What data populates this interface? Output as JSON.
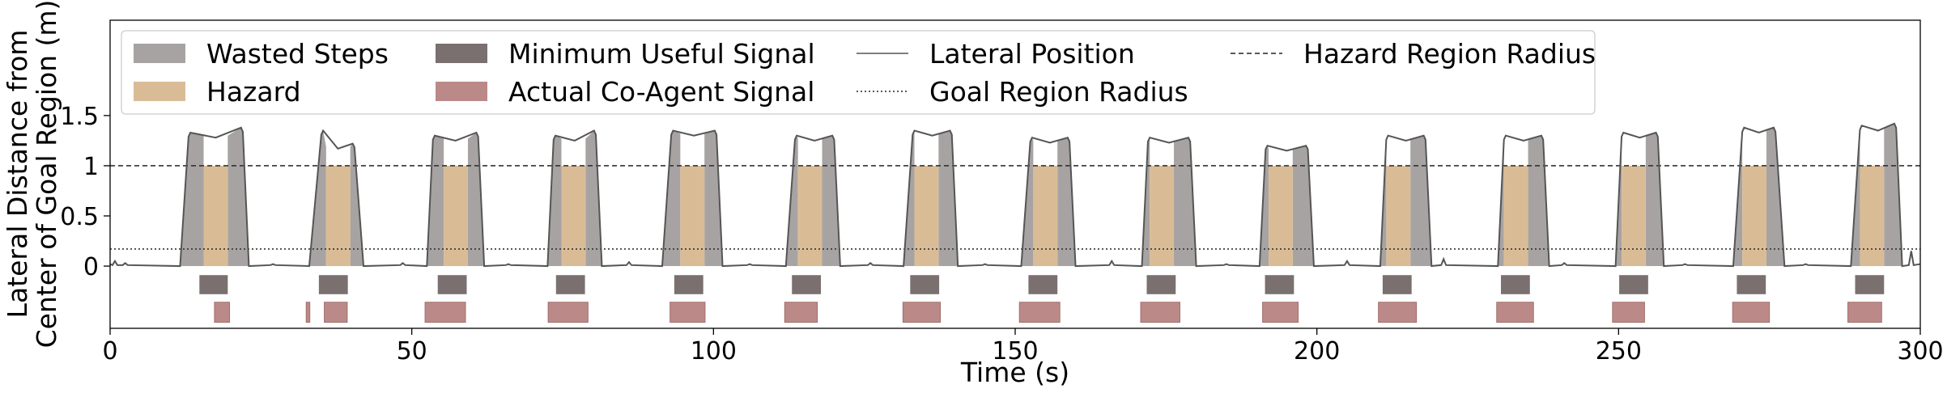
{
  "chart_data": {
    "type": "timeline",
    "xlabel": "Time (s)",
    "ylabel_lines": [
      "Lateral Distance from",
      "Center of Goal Region (m)"
    ],
    "xlim": [
      0,
      300
    ],
    "ylim": [
      -0.62,
      2.45
    ],
    "x_ticks": [
      0,
      50,
      100,
      150,
      200,
      250,
      300
    ],
    "y_ticks": [
      {
        "value": 0,
        "label": "0"
      },
      {
        "value": 0.5,
        "label": "0.5"
      },
      {
        "value": 1,
        "label": "1"
      },
      {
        "value": 1.5,
        "label": "1.5"
      }
    ],
    "hazard_region_radius": 1.0,
    "goal_region_radius": 0.17,
    "legend": [
      {
        "key": "wasted",
        "label": "Wasted Steps",
        "kind": "patch",
        "color": "#a8a3a3"
      },
      {
        "key": "hazard",
        "label": "Hazard",
        "kind": "patch",
        "color": "#d9bc96"
      },
      {
        "key": "min_signal",
        "label": "Minimum Useful Signal",
        "kind": "patch",
        "color": "#7a7070"
      },
      {
        "key": "coagent",
        "label": "Actual Co-Agent Signal",
        "kind": "patch",
        "color": "#bb8a88"
      },
      {
        "key": "lateral",
        "label": "Lateral Position",
        "kind": "line",
        "color": "#555555",
        "dash": "solid"
      },
      {
        "key": "goal",
        "label": "Goal Region Radius",
        "kind": "line",
        "color": "#222222",
        "dash": "dotted"
      },
      {
        "key": "hazard_radius",
        "label": "Hazard Region Radius",
        "kind": "line",
        "color": "#222222",
        "dash": "dashed"
      }
    ],
    "legend_position": "upper-left",
    "colors": {
      "wasted": "#a8a3a3",
      "hazard": "#d9bc96",
      "min_signal": "#7a7070",
      "coagent": "#bb8a88",
      "lateral": "#555555",
      "hazard_radius": "#333333",
      "goal": "#333333"
    },
    "episodes": [
      {
        "rise": [
          11.6,
          13.0
        ],
        "wasted_left": [
          13.0,
          15.5
        ],
        "hazard": [
          15.5,
          19.5
        ],
        "wasted_right": [
          19.5,
          22.0
        ],
        "fall": [
          22.0,
          23.0
        ],
        "peak": 1.33,
        "peak2": 1.38,
        "min_signal": [
          14.8,
          19.5
        ],
        "coagent": [
          [
            17.3,
            19.8
          ]
        ]
      },
      {
        "rise": [
          33.0,
          35.0
        ],
        "wasted_left": [
          35.0,
          35.8
        ],
        "hazard": [
          35.8,
          39.8
        ],
        "wasted_right": [
          39.8,
          40.5
        ],
        "fall": [
          40.5,
          42.0
        ],
        "peak": 1.35,
        "peak2": 1.22,
        "min_signal": [
          34.6,
          39.4
        ],
        "coagent": [
          [
            32.5,
            33.1
          ],
          [
            35.5,
            39.3
          ]
        ]
      },
      {
        "rise": [
          52.5,
          53.5
        ],
        "wasted_left": [
          53.5,
          55.3
        ],
        "hazard": [
          55.3,
          59.3
        ],
        "wasted_right": [
          59.3,
          61.0
        ],
        "fall": [
          61.0,
          62.0
        ],
        "peak": 1.3,
        "peak2": 1.33,
        "min_signal": [
          54.3,
          59.1
        ],
        "coagent": [
          [
            52.2,
            58.9
          ]
        ]
      },
      {
        "rise": [
          72.5,
          73.5
        ],
        "wasted_left": [
          73.5,
          74.8
        ],
        "hazard": [
          74.8,
          78.8
        ],
        "wasted_right": [
          78.8,
          80.5
        ],
        "fall": [
          80.5,
          81.5
        ],
        "peak": 1.3,
        "peak2": 1.35,
        "min_signal": [
          73.9,
          78.7
        ],
        "coagent": [
          [
            72.6,
            79.2
          ]
        ]
      },
      {
        "rise": [
          91.5,
          93.0
        ],
        "wasted_left": [
          93.0,
          94.5
        ],
        "hazard": [
          94.5,
          98.5
        ],
        "wasted_right": [
          98.5,
          100.5
        ],
        "fall": [
          100.5,
          101.5
        ],
        "peak": 1.35,
        "peak2": 1.35,
        "min_signal": [
          93.5,
          98.3
        ],
        "coagent": [
          [
            92.8,
            98.6
          ]
        ]
      },
      {
        "rise": [
          112.0,
          113.5
        ],
        "wasted_left": [
          113.5,
          114.0
        ],
        "hazard": [
          114.0,
          118.0
        ],
        "wasted_right": [
          118.0,
          120.0
        ],
        "fall": [
          120.0,
          121.0
        ],
        "peak": 1.3,
        "peak2": 1.3,
        "min_signal": [
          113.0,
          117.8
        ],
        "coagent": [
          [
            111.8,
            117.2
          ]
        ]
      },
      {
        "rise": [
          131.5,
          133.0
        ],
        "wasted_left": [
          133.0,
          133.3
        ],
        "hazard": [
          133.3,
          137.3
        ],
        "wasted_right": [
          137.3,
          139.5
        ],
        "fall": [
          139.5,
          140.5
        ],
        "peak": 1.35,
        "peak2": 1.35,
        "min_signal": [
          132.6,
          137.4
        ],
        "coagent": [
          [
            131.4,
            137.6
          ]
        ]
      },
      {
        "rise": [
          151.0,
          152.5
        ],
        "wasted_left": [
          152.5,
          153.0
        ],
        "hazard": [
          153.0,
          157.0
        ],
        "wasted_right": [
          157.0,
          159.0
        ],
        "fall": [
          159.0,
          160.0
        ],
        "peak": 1.28,
        "peak2": 1.28,
        "min_signal": [
          152.2,
          157.0
        ],
        "coagent": [
          [
            150.7,
            157.4
          ]
        ]
      },
      {
        "rise": [
          171.0,
          172.0
        ],
        "wasted_left": [
          172.0,
          172.3
        ],
        "hazard": [
          172.3,
          176.3
        ],
        "wasted_right": [
          176.3,
          179.0
        ],
        "fall": [
          179.0,
          180.0
        ],
        "peak": 1.28,
        "peak2": 1.28,
        "min_signal": [
          171.8,
          176.6
        ],
        "coagent": [
          [
            170.8,
            177.3
          ]
        ]
      },
      {
        "rise": [
          190.5,
          191.5
        ],
        "wasted_left": [
          191.5,
          192.0
        ],
        "hazard": [
          192.0,
          196.0
        ],
        "wasted_right": [
          196.0,
          198.5
        ],
        "fall": [
          198.5,
          199.5
        ],
        "peak": 1.2,
        "peak2": 1.2,
        "min_signal": [
          191.4,
          196.2
        ],
        "coagent": [
          [
            191.0,
            196.9
          ]
        ]
      },
      {
        "rise": [
          210.5,
          211.5
        ],
        "wasted_left": [
          211.5,
          211.5
        ],
        "hazard": [
          211.5,
          215.5
        ],
        "wasted_right": [
          215.5,
          218.0
        ],
        "fall": [
          218.0,
          219.0
        ],
        "peak": 1.3,
        "peak2": 1.3,
        "min_signal": [
          210.9,
          215.7
        ],
        "coagent": [
          [
            210.2,
            216.5
          ]
        ]
      },
      {
        "rise": [
          230.0,
          231.0
        ],
        "wasted_left": [
          231.0,
          231.0
        ],
        "hazard": [
          231.0,
          235.0
        ],
        "wasted_right": [
          235.0,
          237.5
        ],
        "fall": [
          237.5,
          238.5
        ],
        "peak": 1.3,
        "peak2": 1.3,
        "min_signal": [
          230.5,
          235.3
        ],
        "coagent": [
          [
            229.8,
            235.9
          ]
        ]
      },
      {
        "rise": [
          249.5,
          250.5
        ],
        "wasted_left": [
          250.5,
          250.5
        ],
        "hazard": [
          250.5,
          254.5
        ],
        "wasted_right": [
          254.5,
          256.5
        ],
        "fall": [
          256.5,
          257.5
        ],
        "peak": 1.33,
        "peak2": 1.33,
        "min_signal": [
          250.1,
          254.9
        ],
        "coagent": [
          [
            249.0,
            254.3
          ]
        ]
      },
      {
        "rise": [
          269.0,
          270.5
        ],
        "wasted_left": [
          270.5,
          270.5
        ],
        "hazard": [
          270.5,
          274.5
        ],
        "wasted_right": [
          274.5,
          276.0
        ],
        "fall": [
          276.0,
          277.5
        ],
        "peak": 1.38,
        "peak2": 1.38,
        "min_signal": [
          269.6,
          274.4
        ],
        "coagent": [
          [
            268.9,
            275.0
          ]
        ]
      },
      {
        "rise": [
          288.5,
          290.0
        ],
        "wasted_left": [
          290.0,
          290.0
        ],
        "hazard": [
          290.0,
          294.0
        ],
        "wasted_right": [
          294.0,
          296.0
        ],
        "fall": [
          296.0,
          297.0
        ],
        "peak": 1.4,
        "peak2": 1.42,
        "min_signal": [
          289.2,
          294.0
        ],
        "coagent": [
          [
            288.0,
            293.6
          ]
        ]
      }
    ],
    "lateral_wiggles": [
      {
        "x": 0.8,
        "y": 0.05
      },
      {
        "x": 2.5,
        "y": 0.03
      },
      {
        "x": 27.0,
        "y": 0.02
      },
      {
        "x": 48.5,
        "y": 0.03
      },
      {
        "x": 66.0,
        "y": 0.02
      },
      {
        "x": 86.0,
        "y": 0.04
      },
      {
        "x": 106.0,
        "y": 0.02
      },
      {
        "x": 126.0,
        "y": 0.03
      },
      {
        "x": 145.0,
        "y": 0.02
      },
      {
        "x": 166.0,
        "y": 0.05
      },
      {
        "x": 185.0,
        "y": 0.02
      },
      {
        "x": 205.0,
        "y": 0.05
      },
      {
        "x": 221.0,
        "y": 0.07
      },
      {
        "x": 241.0,
        "y": 0.03
      },
      {
        "x": 261.0,
        "y": 0.02
      },
      {
        "x": 281.0,
        "y": 0.02
      },
      {
        "x": 298.5,
        "y": 0.15
      }
    ]
  }
}
